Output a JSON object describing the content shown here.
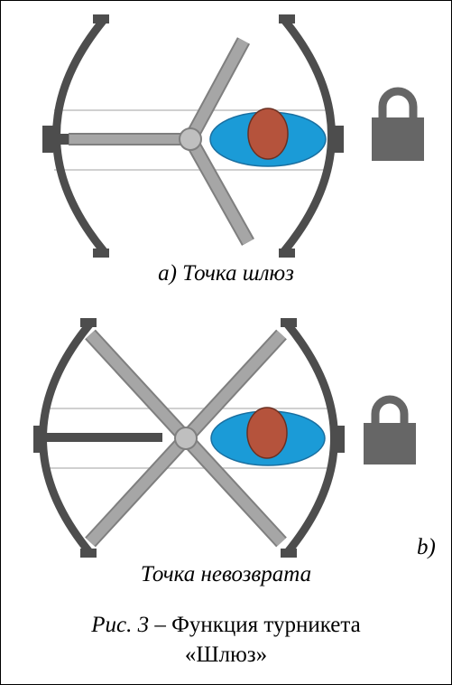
{
  "panels": [
    {
      "id": "a",
      "letter": "a)",
      "title": "Точка шлюз"
    },
    {
      "id": "b",
      "letter": "b)",
      "title": "Точка невозврата"
    }
  ],
  "figure": {
    "number": "Рис. 3",
    "dash": " – ",
    "caption_line1": "Функция турникета",
    "caption_line2": "«Шлюз»"
  },
  "colors": {
    "arc": "#4d4d4d",
    "arm_light": "#a6a6a6",
    "arm_dark": "#4d4d4d",
    "hub": "#bfbfbf",
    "person_body": "#1b9bd7",
    "person_head": "#b5533c",
    "lock": "#666666",
    "guide_line": "#d0d0d0"
  },
  "icons": [
    "padlock-icon",
    "padlock-icon"
  ]
}
